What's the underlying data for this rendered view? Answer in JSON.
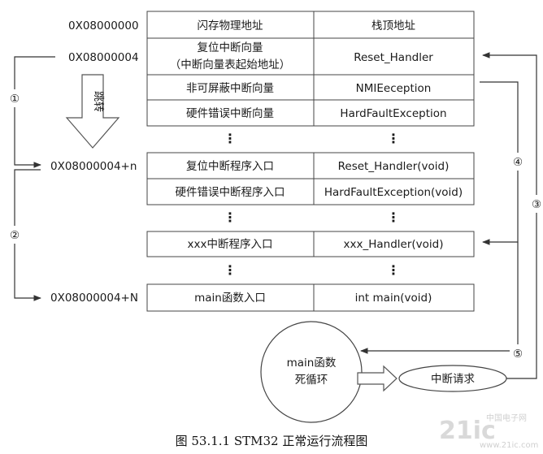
{
  "addresses": {
    "base": "0X08000000",
    "reset_vector": "0X08000004",
    "handler_n": "0X08000004+n",
    "main_entry": "0X08000004+N"
  },
  "vector_table": {
    "row0": {
      "left": "闪存物理地址",
      "right": "栈顶地址"
    },
    "row1": {
      "left_line1": "复位中断向量",
      "left_line2": "（中断向量表起始地址）",
      "right": "Reset_Handler"
    },
    "row2": {
      "left": "非可屏蔽中断向量",
      "right": "NMIEeception"
    },
    "row3": {
      "left": "硬件错误中断向量",
      "right": "HardFaultException"
    }
  },
  "program_table": {
    "row0": {
      "left": "复位中断程序入口",
      "right": "Reset_Handler(void)"
    },
    "row1": {
      "left": "硬件错误中断程序入口",
      "right": "HardFaultException(void)"
    },
    "row2": {
      "left": "xxx中断程序入口",
      "right": "xxx_Handler(void)"
    },
    "row3": {
      "left": "main函数入口",
      "right": "int main(void)"
    }
  },
  "ellipsis": "⋮",
  "jump_label": "跳转",
  "steps": {
    "s1": "①",
    "s2": "②",
    "s3": "③",
    "s4": "④",
    "s5": "⑤"
  },
  "main_loop": {
    "line1": "main函数",
    "line2": "死循环"
  },
  "interrupt_request": "中断请求",
  "caption": "图 53.1.1 STM32 正常运行流程图",
  "watermark": {
    "main": "21ic",
    "sub": "中国电子网",
    "url": "www.21ic.com"
  }
}
